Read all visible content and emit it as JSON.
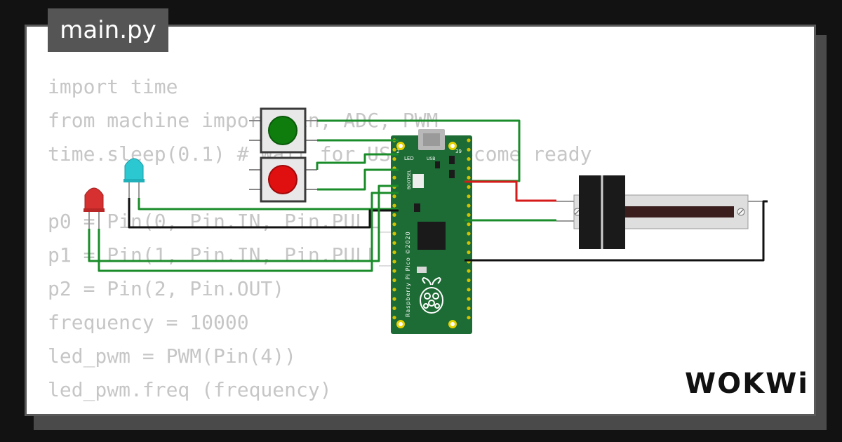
{
  "file_tab": {
    "label": "main.py"
  },
  "code_lines": [
    "import time",
    "from machine import Pin, ADC, PWM",
    "time.sleep(0.1) # Wait for USB to become ready",
    "",
    "p0 = Pin(0, Pin.IN, Pin.PULL_DOWN)",
    "p1 = Pin(1, Pin.IN, Pin.PULL_DOWN)",
    "p2 = Pin(2, Pin.OUT)",
    "frequency = 10000",
    "led_pwm = PWM(Pin(4))",
    "led_pwm.freq (frequency)"
  ],
  "board": {
    "silk_led": "LED",
    "silk_usb": "USB",
    "silk_bootsel": "BOOTSEL",
    "silk_pin_left": "2",
    "silk_pin_right": "39",
    "silk_name": "Raspberry Pi Pico ©2020"
  },
  "brand": {
    "text": "WOKWi"
  },
  "colors": {
    "wire_green": "#1a8c2a",
    "wire_red": "#d61a1a",
    "wire_black": "#111111",
    "board_green": "#1d6b35",
    "button_green": "#0e7d0e",
    "button_red": "#e01010",
    "led_red": "#d63030",
    "led_cyan": "#2cc8d2"
  },
  "icons": [
    "push-button-green",
    "push-button-red",
    "led-red",
    "led-cyan",
    "slide-potentiometer",
    "raspberry-pi-logo"
  ]
}
